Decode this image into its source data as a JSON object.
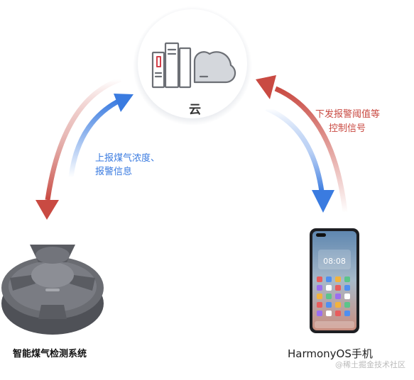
{
  "cloud": {
    "label": "云"
  },
  "arrows": {
    "upload": {
      "line1": "上报煤气浓度、",
      "line2": "报警信息"
    },
    "download": {
      "line1": "下发报警阈值等",
      "line2": "控制信号"
    }
  },
  "detector": {
    "label": "智能煤气检测系统"
  },
  "phone": {
    "label": "HarmonyOS手机",
    "time": "08:08"
  },
  "watermark": "@稀土掘金技术社区",
  "colors": {
    "blue": "#3a7be0",
    "red": "#c94a42",
    "device": "#6a6c72"
  }
}
